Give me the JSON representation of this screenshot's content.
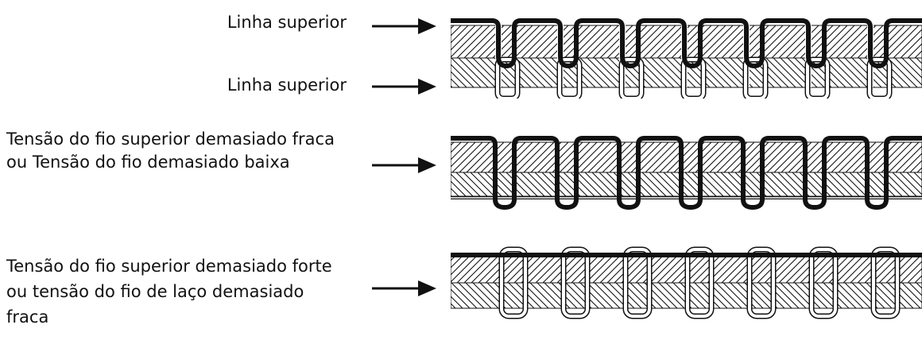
{
  "labels": {
    "row1a": "Linha superior",
    "row1b": "Linha  superior",
    "row2": [
      "Tensão do fio superior demasiado fraca",
      "ou Tensão do fio demasiado baixa"
    ],
    "row3": [
      "Tensão do fio superior demasiado forte",
      "ou tensão do fio de laço demasiado",
      "fraca"
    ]
  },
  "colors": {
    "ink": "#111111",
    "paper": "#ffffff"
  }
}
